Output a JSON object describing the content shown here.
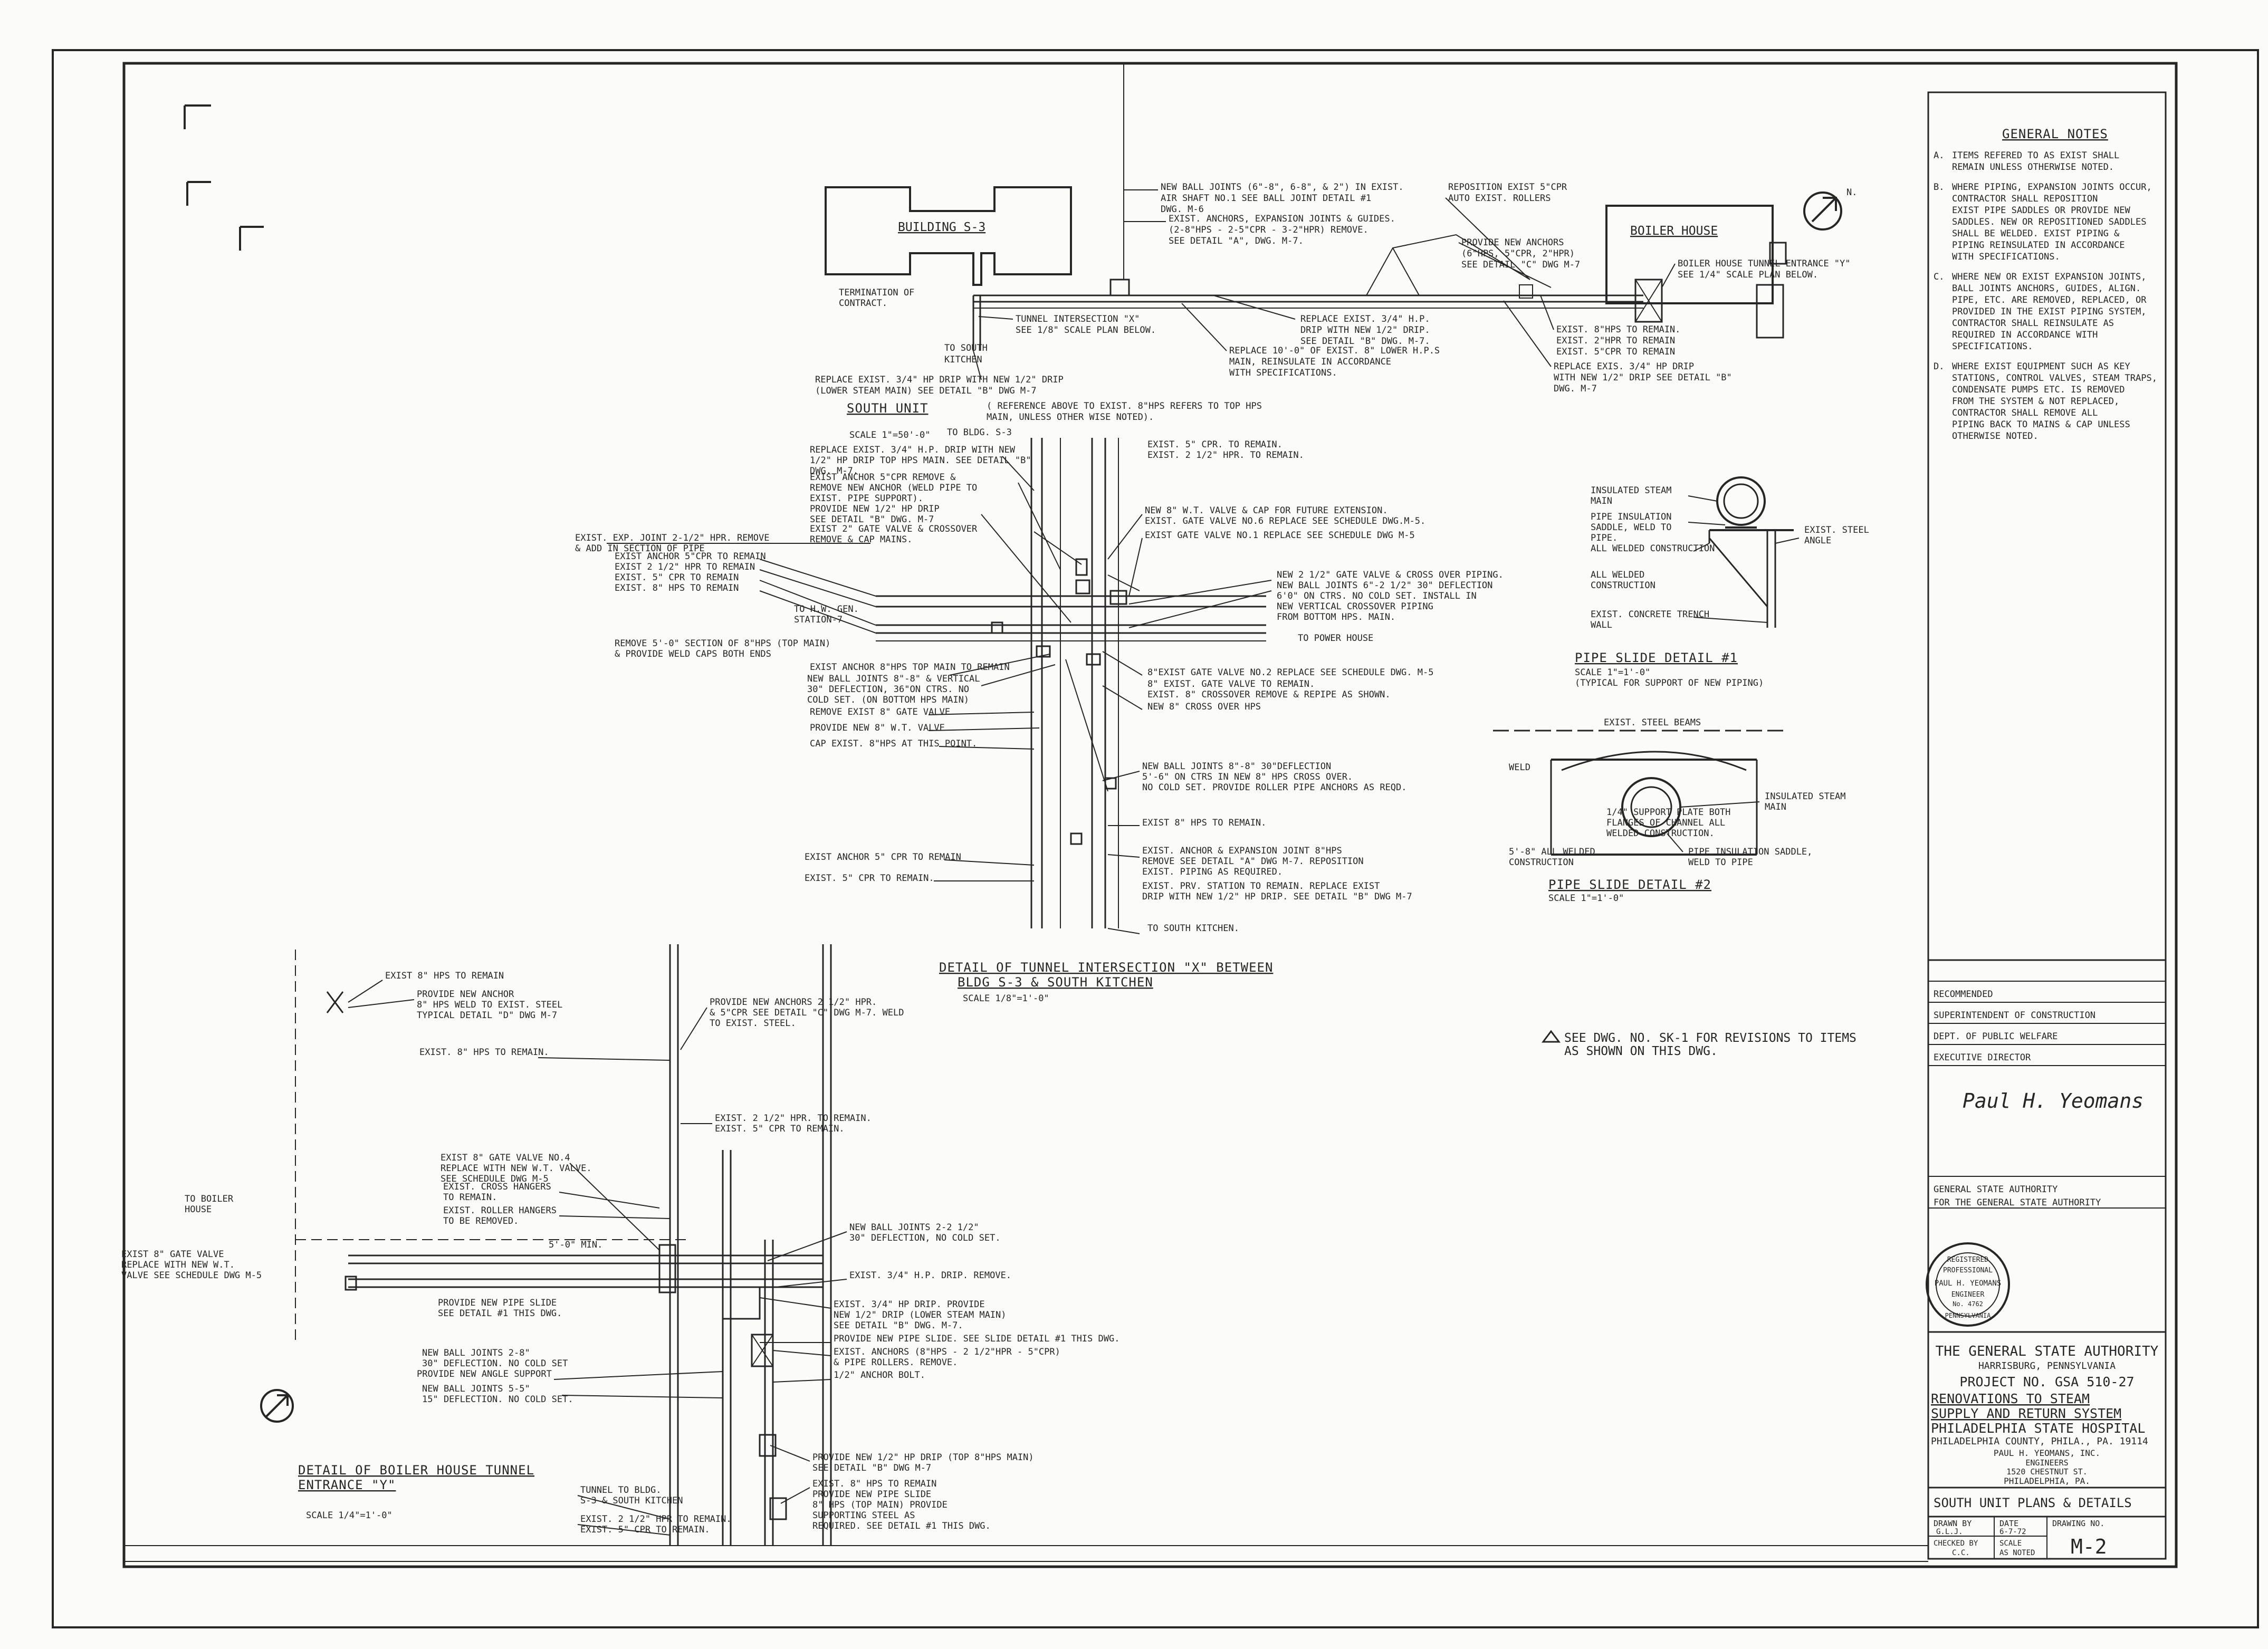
{
  "sheet": {
    "drawing_no": "M-2",
    "ink": "#262626",
    "paper": "#fbfbf9"
  },
  "general_notes": {
    "title": "GENERAL NOTES",
    "items": [
      {
        "n": "A.",
        "lines": [
          "ITEMS REFERED TO AS EXIST SHALL",
          "REMAIN UNLESS OTHERWISE NOTED."
        ]
      },
      {
        "n": "B.",
        "lines": [
          "WHERE PIPING, EXPANSION JOINTS OCCUR,",
          "CONTRACTOR SHALL REPOSITION",
          "EXIST PIPE SADDLES OR PROVIDE NEW",
          "SADDLES. NEW OR REPOSITIONED SADDLES",
          "SHALL BE WELDED. EXIST PIPING &",
          "PIPING REINSULATED IN ACCORDANCE",
          "WITH SPECIFICATIONS."
        ]
      },
      {
        "n": "C.",
        "lines": [
          "WHERE NEW OR EXIST EXPANSION JOINTS,",
          "BALL JOINTS ANCHORS, GUIDES, ALIGN.",
          "PIPE, ETC. ARE REMOVED, REPLACED, OR",
          "PROVIDED IN THE EXIST PIPING SYSTEM,",
          "CONTRACTOR SHALL REINSULATE AS",
          "REQUIRED IN ACCORDANCE WITH",
          "SPECIFICATIONS."
        ]
      },
      {
        "n": "D.",
        "lines": [
          "WHERE EXIST EQUIPMENT SUCH AS KEY",
          "STATIONS, CONTROL VALVES, STEAM TRAPS,",
          "CONDENSATE PUMPS ETC. IS REMOVED",
          "FROM THE SYSTEM & NOT REPLACED,",
          "CONTRACTOR SHALL REMOVE ALL",
          "PIPING BACK TO MAINS & CAP UNLESS",
          "OTHERWISE NOTED."
        ]
      }
    ]
  },
  "site_plan": {
    "building": "BUILDING S-3",
    "boiler_house": "BOILER HOUSE",
    "to_south_kitchen": [
      "TO SOUTH",
      "KITCHEN"
    ],
    "termination": [
      "TERMINATION OF",
      "CONTRACT."
    ],
    "north": "N.",
    "title": "SOUTH UNIT",
    "scale": "SCALE 1\"=50'-0\"",
    "reference_note": [
      "( REFERENCE ABOVE TO EXIST. 8\"HPS REFERS TO TOP HPS",
      "MAIN, UNLESS OTHER WISE NOTED)."
    ],
    "notes": [
      [
        "NEW BALL JOINTS (6\"-8\", 6-8\", & 2\") IN EXIST.",
        "AIR SHAFT NO.1 SEE BALL JOINT DETAIL #1",
        "DWG. M-6"
      ],
      [
        "EXIST. ANCHORS, EXPANSION JOINTS & GUIDES.",
        "(2-8\"HPS - 2-5\"CPR - 3-2\"HPR) REMOVE.",
        "SEE DETAIL \"A\", DWG. M-7."
      ],
      [
        "REPOSITION EXIST 5\"CPR",
        "AUTO EXIST. ROLLERS"
      ],
      [
        "PROVIDE NEW ANCHORS",
        "(6\"HPS, 5\"CPR, 2\"HPR)",
        "SEE DETAIL \"C\" DWG M-7"
      ],
      [
        "BOILER HOUSE TUNNEL ENTRANCE \"Y\"",
        "SEE 1/4\" SCALE PLAN BELOW."
      ],
      [
        "TUNNEL INTERSECTION \"X\"",
        "SEE 1/8\" SCALE PLAN BELOW."
      ],
      [
        "REPLACE EXIST. 3/4\" H.P.",
        "DRIP WITH NEW 1/2\" DRIP.",
        "SEE DETAIL \"B\" DWG. M-7."
      ],
      [
        "REPLACE 10'-0\" OF EXIST. 8\" LOWER H.P.S",
        "MAIN, REINSULATE IN ACCORDANCE",
        "WITH SPECIFICATIONS."
      ],
      [
        "EXIST. 8\"HPS TO REMAIN.",
        "EXIST. 2\"HPR TO REMAIN",
        "EXIST. 5\"CPR TO REMAIN"
      ],
      [
        "REPLACE EXIS. 3/4\" HP DRIP",
        "WITH NEW 1/2\" DRIP SEE DETAIL \"B\"",
        "DWG. M-7"
      ],
      [
        "REPLACE EXIST. 3/4\" HP DRIP WITH NEW 1/2\" DRIP",
        "(LOWER STEAM MAIN) SEE DETAIL \"B\" DWG M-7"
      ]
    ]
  },
  "tunnel_x": {
    "title": [
      "DETAIL OF TUNNEL INTERSECTION \"X\" BETWEEN",
      "BLDG S-3 & SOUTH KITCHEN"
    ],
    "scale": "SCALE 1/8\"=1'-0\"",
    "left_notes": [
      [
        "REPLACE EXIST. 3/4\" H.P. DRIP WITH NEW",
        "1/2\" HP DRIP TOP HPS MAIN. SEE DETAIL \"B\"",
        "DWG. M-7."
      ],
      [
        "EXIST ANCHOR 5\"CPR REMOVE &",
        "REMOVE NEW ANCHOR (WELD PIPE TO",
        "EXIST. PIPE SUPPORT)."
      ],
      [
        "PROVIDE NEW 1/2\" HP DRIP",
        "SEE DETAIL \"B\" DWG. M-7"
      ],
      [
        "EXIST 2\" GATE VALVE & CROSSOVER",
        "REMOVE & CAP MAINS."
      ],
      [
        "EXIST. EXP. JOINT 2-1/2\" HPR. REMOVE",
        "& ADD IN SECTION OF PIPE"
      ],
      [
        "EXIST ANCHOR 5\"CPR TO REMAIN"
      ],
      [
        "EXIST 2 1/2\" HPR TO REMAIN"
      ],
      [
        "EXIST. 5\" CPR TO REMAIN"
      ],
      [
        "EXIST. 8\" HPS TO REMAIN"
      ],
      [
        "TO H.W. GEN.",
        "STATION-7"
      ],
      [
        "REMOVE 5'-0\" SECTION OF 8\"HPS (TOP MAIN)",
        "& PROVIDE WELD CAPS BOTH ENDS"
      ],
      [
        "EXIST ANCHOR 8\"HPS TOP MAIN TO REMAIN"
      ],
      [
        "NEW BALL JOINTS 8\"-8\" & VERTICAL",
        "30\" DEFLECTION, 36\"ON CTRS. NO",
        "COLD SET. (ON BOTTOM HPS MAIN)"
      ],
      [
        "REMOVE EXIST 8\" GATE VALVE"
      ],
      [
        "PROVIDE NEW 8\" W.T. VALVE"
      ],
      [
        "CAP EXIST. 8\"HPS AT THIS POINT."
      ],
      [
        "EXIST ANCHOR 5\" CPR TO REMAIN"
      ],
      [
        "EXIST. 5\" CPR TO REMAIN."
      ]
    ],
    "right_notes": [
      [
        "TO BLDG. S-3"
      ],
      [
        "EXIST. 5\" CPR. TO REMAIN.",
        "EXIST. 2 1/2\" HPR. TO REMAIN."
      ],
      [
        "NEW 8\" W.T. VALVE & CAP FOR FUTURE EXTENSION.",
        "EXIST. GATE VALVE NO.6 REPLACE SEE SCHEDULE DWG.M-5."
      ],
      [
        "EXIST GATE VALVE NO.1 REPLACE SEE SCHEDULE DWG M-5"
      ],
      [
        "NEW 2 1/2\" GATE VALVE & CROSS OVER PIPING."
      ],
      [
        "NEW BALL JOINTS 6\"-2 1/2\" 30\" DEFLECTION",
        "6'0\" ON CTRS. NO COLD SET. INSTALL IN",
        "NEW VERTICAL CROSSOVER PIPING",
        "FROM BOTTOM HPS. MAIN."
      ],
      [
        "TO POWER HOUSE"
      ],
      [
        "8\"EXIST GATE VALVE NO.2 REPLACE SEE SCHEDULE DWG. M-5"
      ],
      [
        "8\" EXIST. GATE VALVE TO REMAIN."
      ],
      [
        "EXIST. 8\" CROSSOVER REMOVE & REPIPE AS SHOWN."
      ],
      [
        "NEW 8\" CROSS OVER HPS"
      ],
      [
        "NEW BALL JOINTS 8\"-8\" 30\"DEFLECTION",
        "5'-6\" ON CTRS IN NEW 8\" HPS CROSS OVER.",
        "NO COLD SET. PROVIDE ROLLER PIPE ANCHORS AS REQD."
      ],
      [
        "EXIST 8\" HPS TO REMAIN."
      ],
      [
        "EXIST. ANCHOR & EXPANSION JOINT 8\"HPS",
        "REMOVE SEE DETAIL \"A\" DWG M-7. REPOSITION",
        "EXIST. PIPING AS REQUIRED."
      ],
      [
        "EXIST. PRV. STATION TO REMAIN. REPLACE EXIST",
        "DRIP WITH NEW 1/2\" HP DRIP. SEE DETAIL \"B\" DWG M-7"
      ],
      [
        "TO SOUTH KITCHEN."
      ]
    ]
  },
  "slide1": {
    "title": "PIPE SLIDE DETAIL #1",
    "scale": "SCALE 1\"=1'-0\"",
    "sub": "(TYPICAL FOR SUPPORT OF NEW PIPING)",
    "labels": [
      "INSULATED STEAM",
      "MAIN",
      "PIPE INSULATION",
      "SADDLE, WELD TO",
      "PIPE.",
      "ALL WELDED CONSTRUCTION",
      "EXIST. CONCRETE TRENCH",
      "WALL",
      "ALL WELDED",
      "CONSTRUCTION",
      "EXIST. STEEL",
      "ANGLE"
    ]
  },
  "slide2": {
    "title": "PIPE SLIDE DETAIL #2",
    "scale": "SCALE 1\"=1'-0\"",
    "labels": [
      "EXIST. STEEL BEAMS",
      "WELD",
      "INSULATED STEAM",
      "MAIN",
      "1/4\" SUPPORT PLATE BOTH",
      "FLANGES OF CHANNEL ALL",
      "WELDED CONSTRUCTION.",
      "5'-8\" ALL WELDED",
      "CONSTRUCTION",
      "PIPE INSULATION SADDLE,",
      "WELD TO PIPE"
    ]
  },
  "revision_note": [
    "SEE DWG. NO. SK-1 FOR REVISIONS TO ITEMS",
    "AS SHOWN ON THIS DWG."
  ],
  "tunnel_y": {
    "title": [
      "DETAIL OF BOILER HOUSE TUNNEL",
      "ENTRANCE \"Y\""
    ],
    "scale": "SCALE 1/4\"=1'-0\"",
    "notes": [
      [
        "EXIST 8\" HPS TO REMAIN"
      ],
      [
        "PROVIDE NEW ANCHOR",
        "8\" HPS WELD TO EXIST. STEEL",
        "TYPICAL DETAIL \"D\" DWG M-7"
      ],
      [
        "PROVIDE NEW ANCHORS 2 1/2\" HPR.",
        "& 5\"CPR SEE DETAIL \"C\" DWG M-7. WELD",
        "TO EXIST. STEEL."
      ],
      [
        "EXIST. 8\" HPS TO REMAIN."
      ],
      [
        "EXIST. 2 1/2\" HPR. TO REMAIN.",
        "EXIST. 5\" CPR TO REMAIN."
      ],
      [
        "EXIST 8\" GATE VALVE NO.4",
        "REPLACE WITH NEW W.T. VALVE.",
        "SEE SCHEDULE DWG M-5"
      ],
      [
        "EXIST. CROSS HANGERS",
        "TO REMAIN."
      ],
      [
        "EXIST. ROLLER HANGERS",
        "TO BE REMOVED."
      ],
      [
        "TO BOILER",
        "HOUSE"
      ],
      [
        "EXIST 8\" GATE VALVE",
        "REPLACE WITH NEW W.T.",
        "VALVE SEE SCHEDULE DWG M-5"
      ],
      [
        "NEW BALL JOINTS 2-2 1/2\"",
        "30\" DEFLECTION, NO COLD SET."
      ],
      [
        "EXIST. 3/4\" H.P. DRIP. REMOVE."
      ],
      [
        "PROVIDE NEW PIPE SLIDE",
        "SEE DETAIL #1 THIS DWG."
      ],
      [
        "EXIST. 3/4\" HP DRIP. PROVIDE",
        "NEW 1/2\" DRIP (LOWER STEAM MAIN)",
        "SEE DETAIL \"B\" DWG. M-7."
      ],
      [
        "PROVIDE NEW PIPE SLIDE. SEE SLIDE DETAIL #1 THIS DWG."
      ],
      [
        "EXIST. ANCHORS (8\"HPS - 2 1/2\"HPR - 5\"CPR)",
        "& PIPE ROLLERS. REMOVE."
      ],
      [
        "NEW BALL JOINTS 2-8\"",
        "30\" DEFLECTION. NO COLD SET"
      ],
      [
        "PROVIDE NEW ANGLE SUPPORT"
      ],
      [
        "NEW BALL JOINTS 5-5\"",
        "15\" DEFLECTION. NO COLD SET."
      ],
      [
        "1/2\" ANCHOR BOLT."
      ],
      [
        "PROVIDE NEW 1/2\" HP DRIP (TOP 8\"HPS MAIN)",
        "SEE DETAIL \"B\" DWG M-7"
      ],
      [
        "EXIST. 8\" HPS TO REMAIN",
        "PROVIDE NEW PIPE SLIDE",
        "8\" HPS (TOP MAIN) PROVIDE",
        "SUPPORTING STEEL AS",
        "REQUIRED. SEE DETAIL #1 THIS DWG."
      ],
      [
        "TUNNEL TO BLDG.",
        "S-3 & SOUTH KITCHEN"
      ],
      [
        "EXIST. 2 1/2\" HPR TO REMAIN.",
        "EXIST. 5\" CPR TO REMAIN."
      ],
      [
        "5'-0\" MIN."
      ]
    ]
  },
  "title_block": {
    "approval_lines": [
      "RECOMMENDED",
      "SUPERINTENDENT OF CONSTRUCTION",
      "DEPT. OF PUBLIC WELFARE",
      "EXECUTIVE DIRECTOR",
      "GENERAL STATE AUTHORITY",
      "FOR THE GENERAL STATE AUTHORITY"
    ],
    "signature": "Paul H. Yeomans",
    "seal": [
      "REGISTERED",
      "PROFESSIONAL",
      "PAUL H. YEOMANS",
      "ENGINEER",
      "No. 4762",
      "PENNSYLVANIA"
    ],
    "authority": "THE GENERAL STATE AUTHORITY",
    "location": "HARRISBURG, PENNSYLVANIA",
    "project": "PROJECT NO. GSA 510-27",
    "line1": "RENOVATIONS TO STEAM",
    "line2": "SUPPLY AND RETURN SYSTEM",
    "line3": "PHILADELPHIA STATE HOSPITAL",
    "line4": "PHILADELPHIA COUNTY, PHILA., PA. 19114",
    "engineer": "PAUL H. YEOMANS, INC.",
    "eng_role": "ENGINEERS",
    "address": "1520 CHESTNUT ST.",
    "city": "PHILADELPHIA, PA.",
    "sheet_title": "SOUTH UNIT PLANS & DETAILS",
    "drawn_by_label": "DRAWN BY",
    "drawn_by": "G.L.J.",
    "date_label": "DATE",
    "date": "6-7-72",
    "drawing_no_label": "DRAWING NO.",
    "checked_label": "CHECKED BY",
    "checked_by": "C.C.",
    "scale_label": "SCALE",
    "scale": "AS NOTED"
  }
}
